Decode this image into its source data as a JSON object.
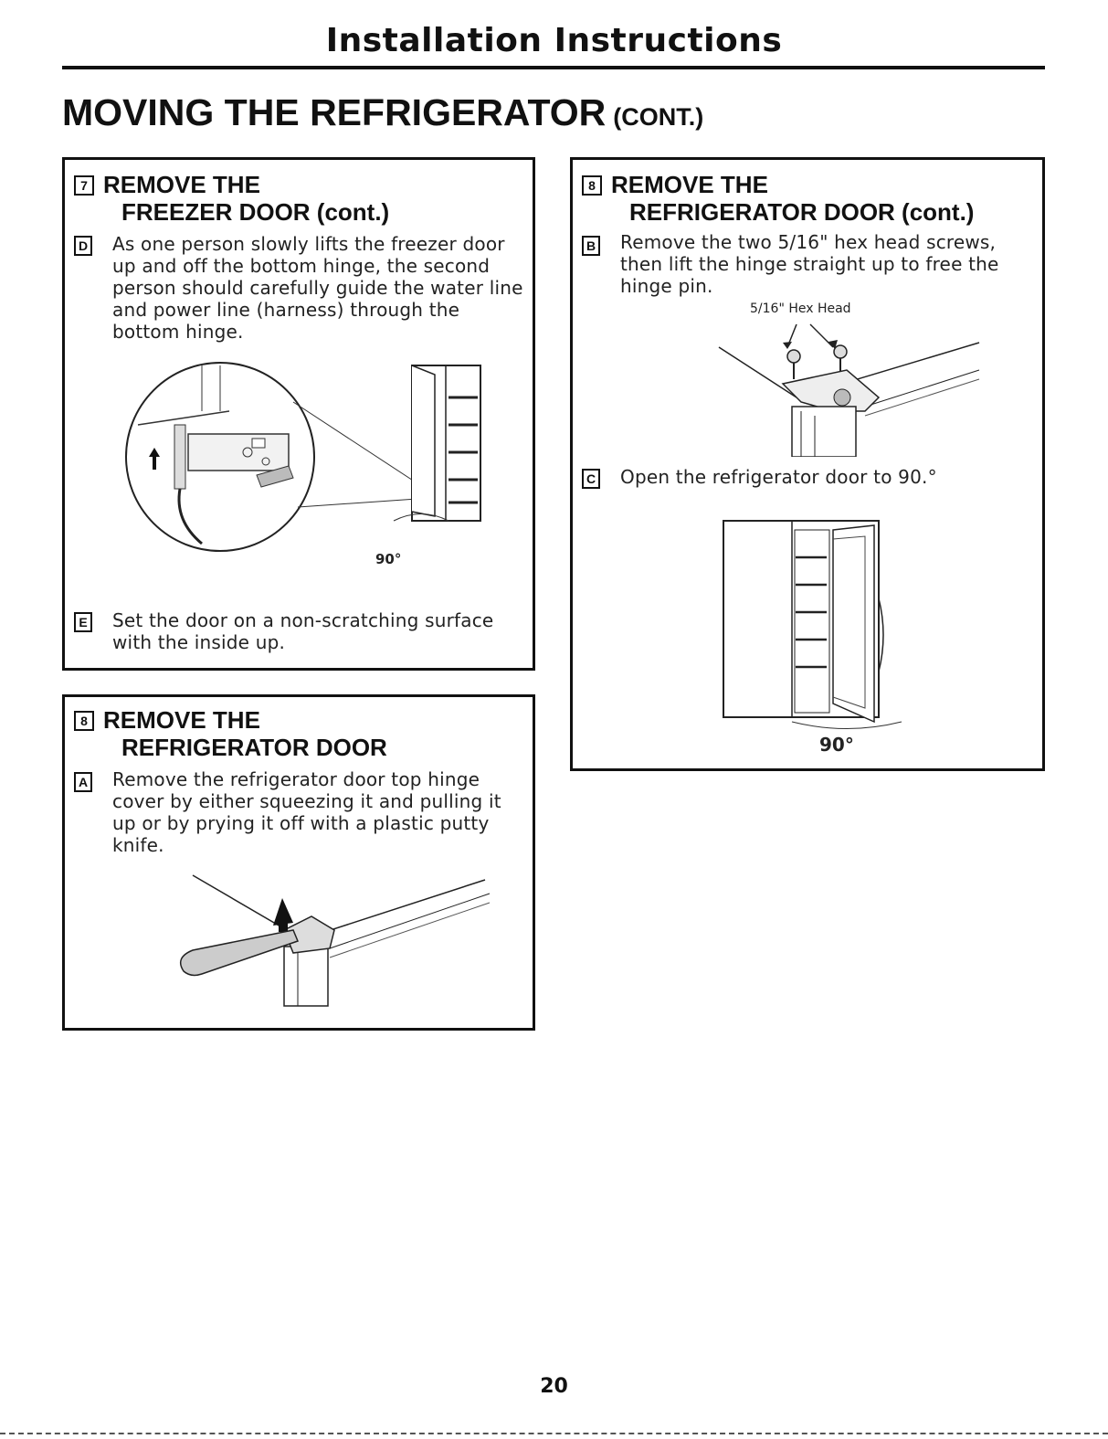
{
  "header": {
    "title": "Installation Instructions"
  },
  "section": {
    "title": "MOVING THE REFRIGERATOR",
    "suffix": "(CONT.)"
  },
  "panel_freezer": {
    "step_number": "7",
    "title_line1": "REMOVE THE",
    "title_line2": "FREEZER DOOR (cont.)",
    "step_d": {
      "letter": "D",
      "text": "As one person slowly lifts the freezer door up and off the bottom hinge, the second person should carefully guide the water line and power line (harness) through the bottom hinge."
    },
    "figure_angle_label": "90°",
    "step_e": {
      "letter": "E",
      "text": "Set the door on a non-scratching surface with the inside up."
    }
  },
  "panel_fridge": {
    "step_number": "8",
    "title_line1": "REMOVE THE",
    "title_line2": "REFRIGERATOR DOOR",
    "step_a": {
      "letter": "A",
      "text": "Remove the refrigerator door top hinge cover by either squeezing it and pulling it up or by prying it off with a plastic putty knife."
    }
  },
  "panel_fridge_cont": {
    "step_number": "8",
    "title_line1": "REMOVE THE",
    "title_line2": "REFRIGERATOR DOOR (cont.)",
    "step_b": {
      "letter": "B",
      "text": "Remove the two 5/16\" hex head screws, then lift the hinge straight up to free the hinge pin."
    },
    "figure_screw_label": "5/16\" Hex Head",
    "step_c": {
      "letter": "C",
      "text": "Open the refrigerator door to 90.°"
    },
    "figure_angle_label": "90°"
  },
  "footer": {
    "page_number": "20"
  }
}
